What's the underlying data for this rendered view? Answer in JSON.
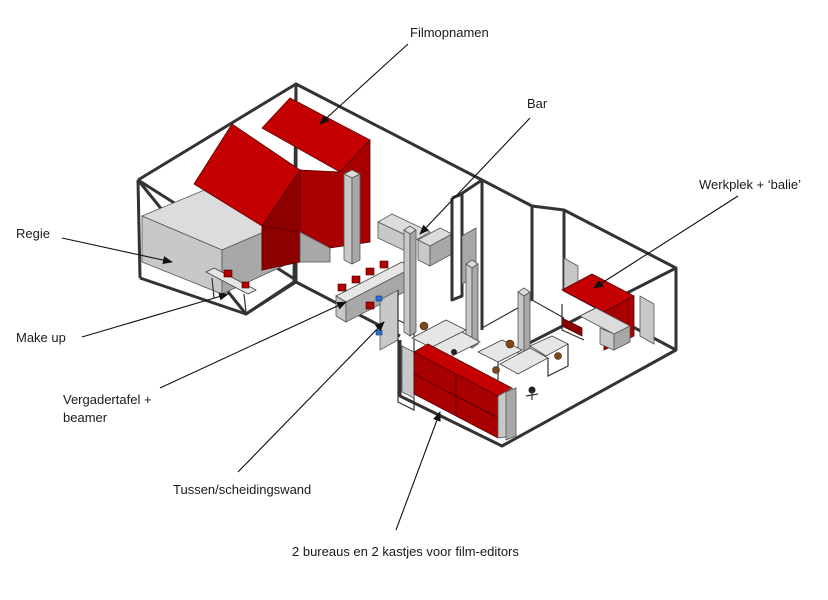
{
  "diagram": {
    "type": "isometric-floor-plan",
    "colors": {
      "accent_red": "#c40000",
      "wall_grey": "#c8c8c8",
      "outline": "#333333"
    },
    "labels": {
      "filmopnamen": "Filmopnamen",
      "bar": "Bar",
      "werkplek": "Werkplek + ‘balie’",
      "regie": "Regie",
      "make_up": "Make up",
      "vergadertafel_line1": "Vergadertafel +",
      "vergadertafel_line2": "beamer",
      "scheidingswand": "Tussen/scheidingswand",
      "bureaus": "2 bureaus en 2 kastjes voor  film-editors"
    }
  }
}
